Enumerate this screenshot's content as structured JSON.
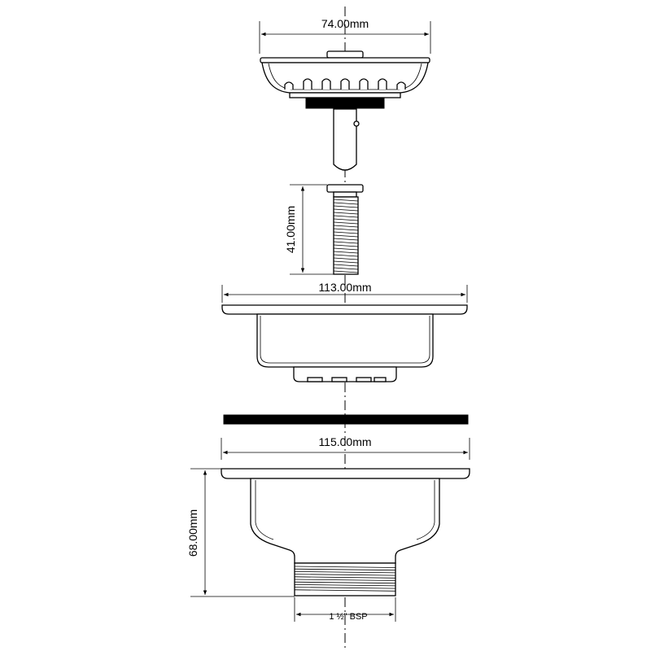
{
  "dimensions": {
    "basket_width": "74.00mm",
    "screw_length": "41.00mm",
    "flange_top_width": "113.00mm",
    "flange_bottom_width": "115.00mm",
    "body_height": "68.00mm",
    "thread_size": "1 ½\" BSP"
  }
}
